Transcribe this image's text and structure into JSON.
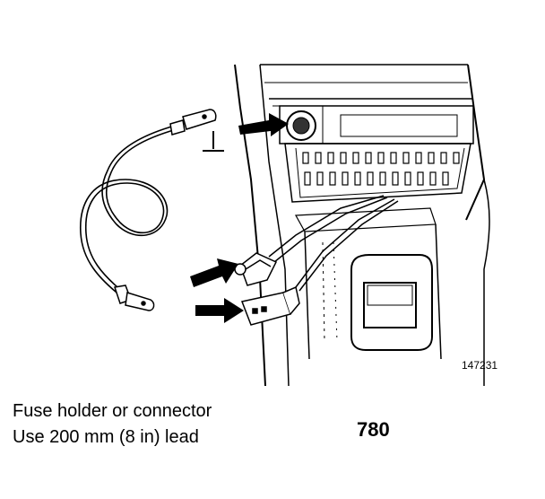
{
  "figure": {
    "reference_number": "147231"
  },
  "caption": {
    "line1": "Fuse holder or connector",
    "line2": "Use 200 mm (8 in) lead"
  },
  "page_number": "780"
}
